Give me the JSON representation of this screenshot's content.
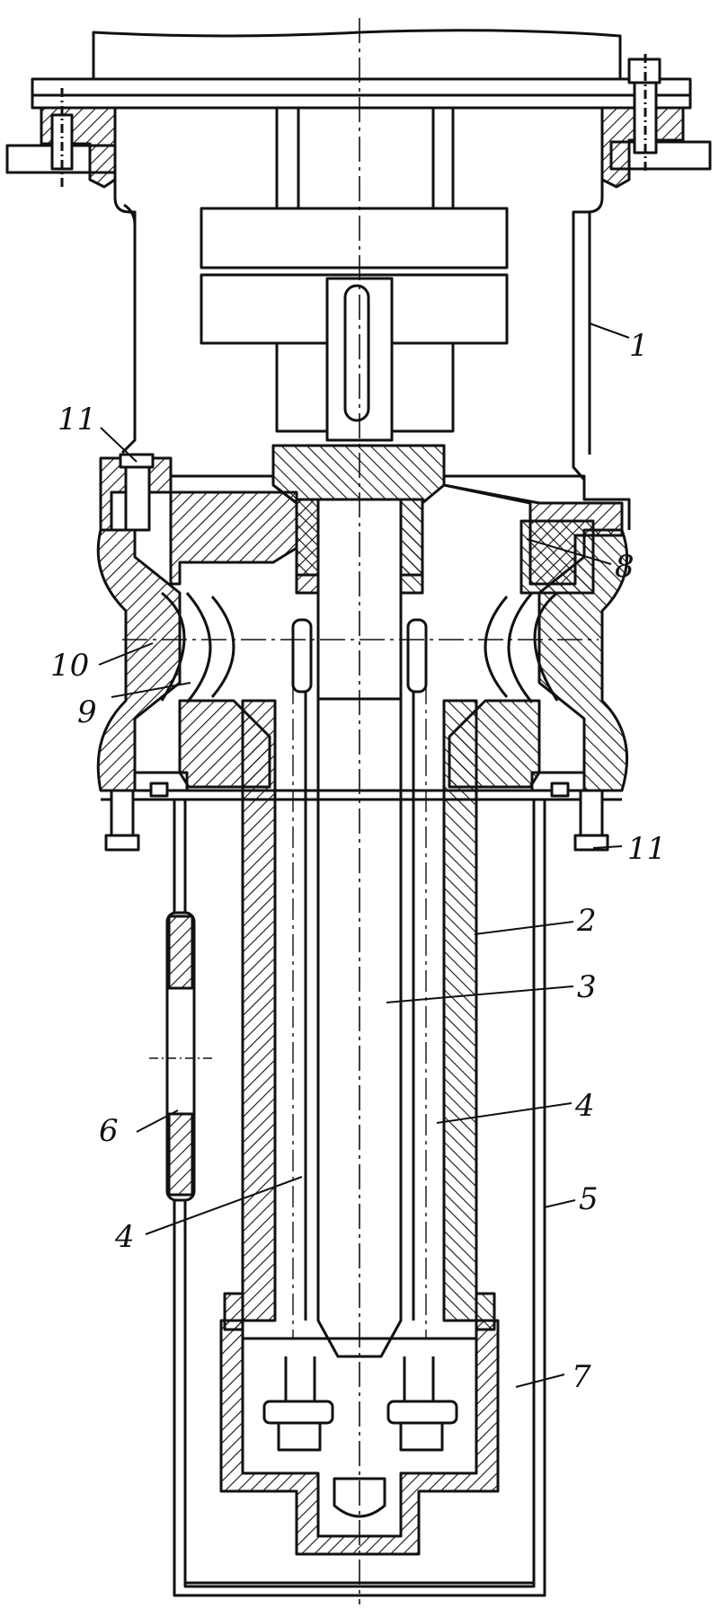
{
  "drawing": {
    "stroke_color": "#111111",
    "hatch_color": "#111111",
    "background": "#ffffff"
  },
  "callouts": [
    {
      "id": "c1",
      "text": "1"
    },
    {
      "id": "c2",
      "text": "2"
    },
    {
      "id": "c3",
      "text": "3"
    },
    {
      "id": "c4a",
      "text": "4"
    },
    {
      "id": "c4b",
      "text": "4"
    },
    {
      "id": "c5",
      "text": "5"
    },
    {
      "id": "c6",
      "text": "6"
    },
    {
      "id": "c7",
      "text": "7"
    },
    {
      "id": "c8",
      "text": "8"
    },
    {
      "id": "c9",
      "text": "9"
    },
    {
      "id": "c10",
      "text": "10"
    },
    {
      "id": "c11a",
      "text": "11"
    },
    {
      "id": "c11b",
      "text": "11"
    }
  ]
}
